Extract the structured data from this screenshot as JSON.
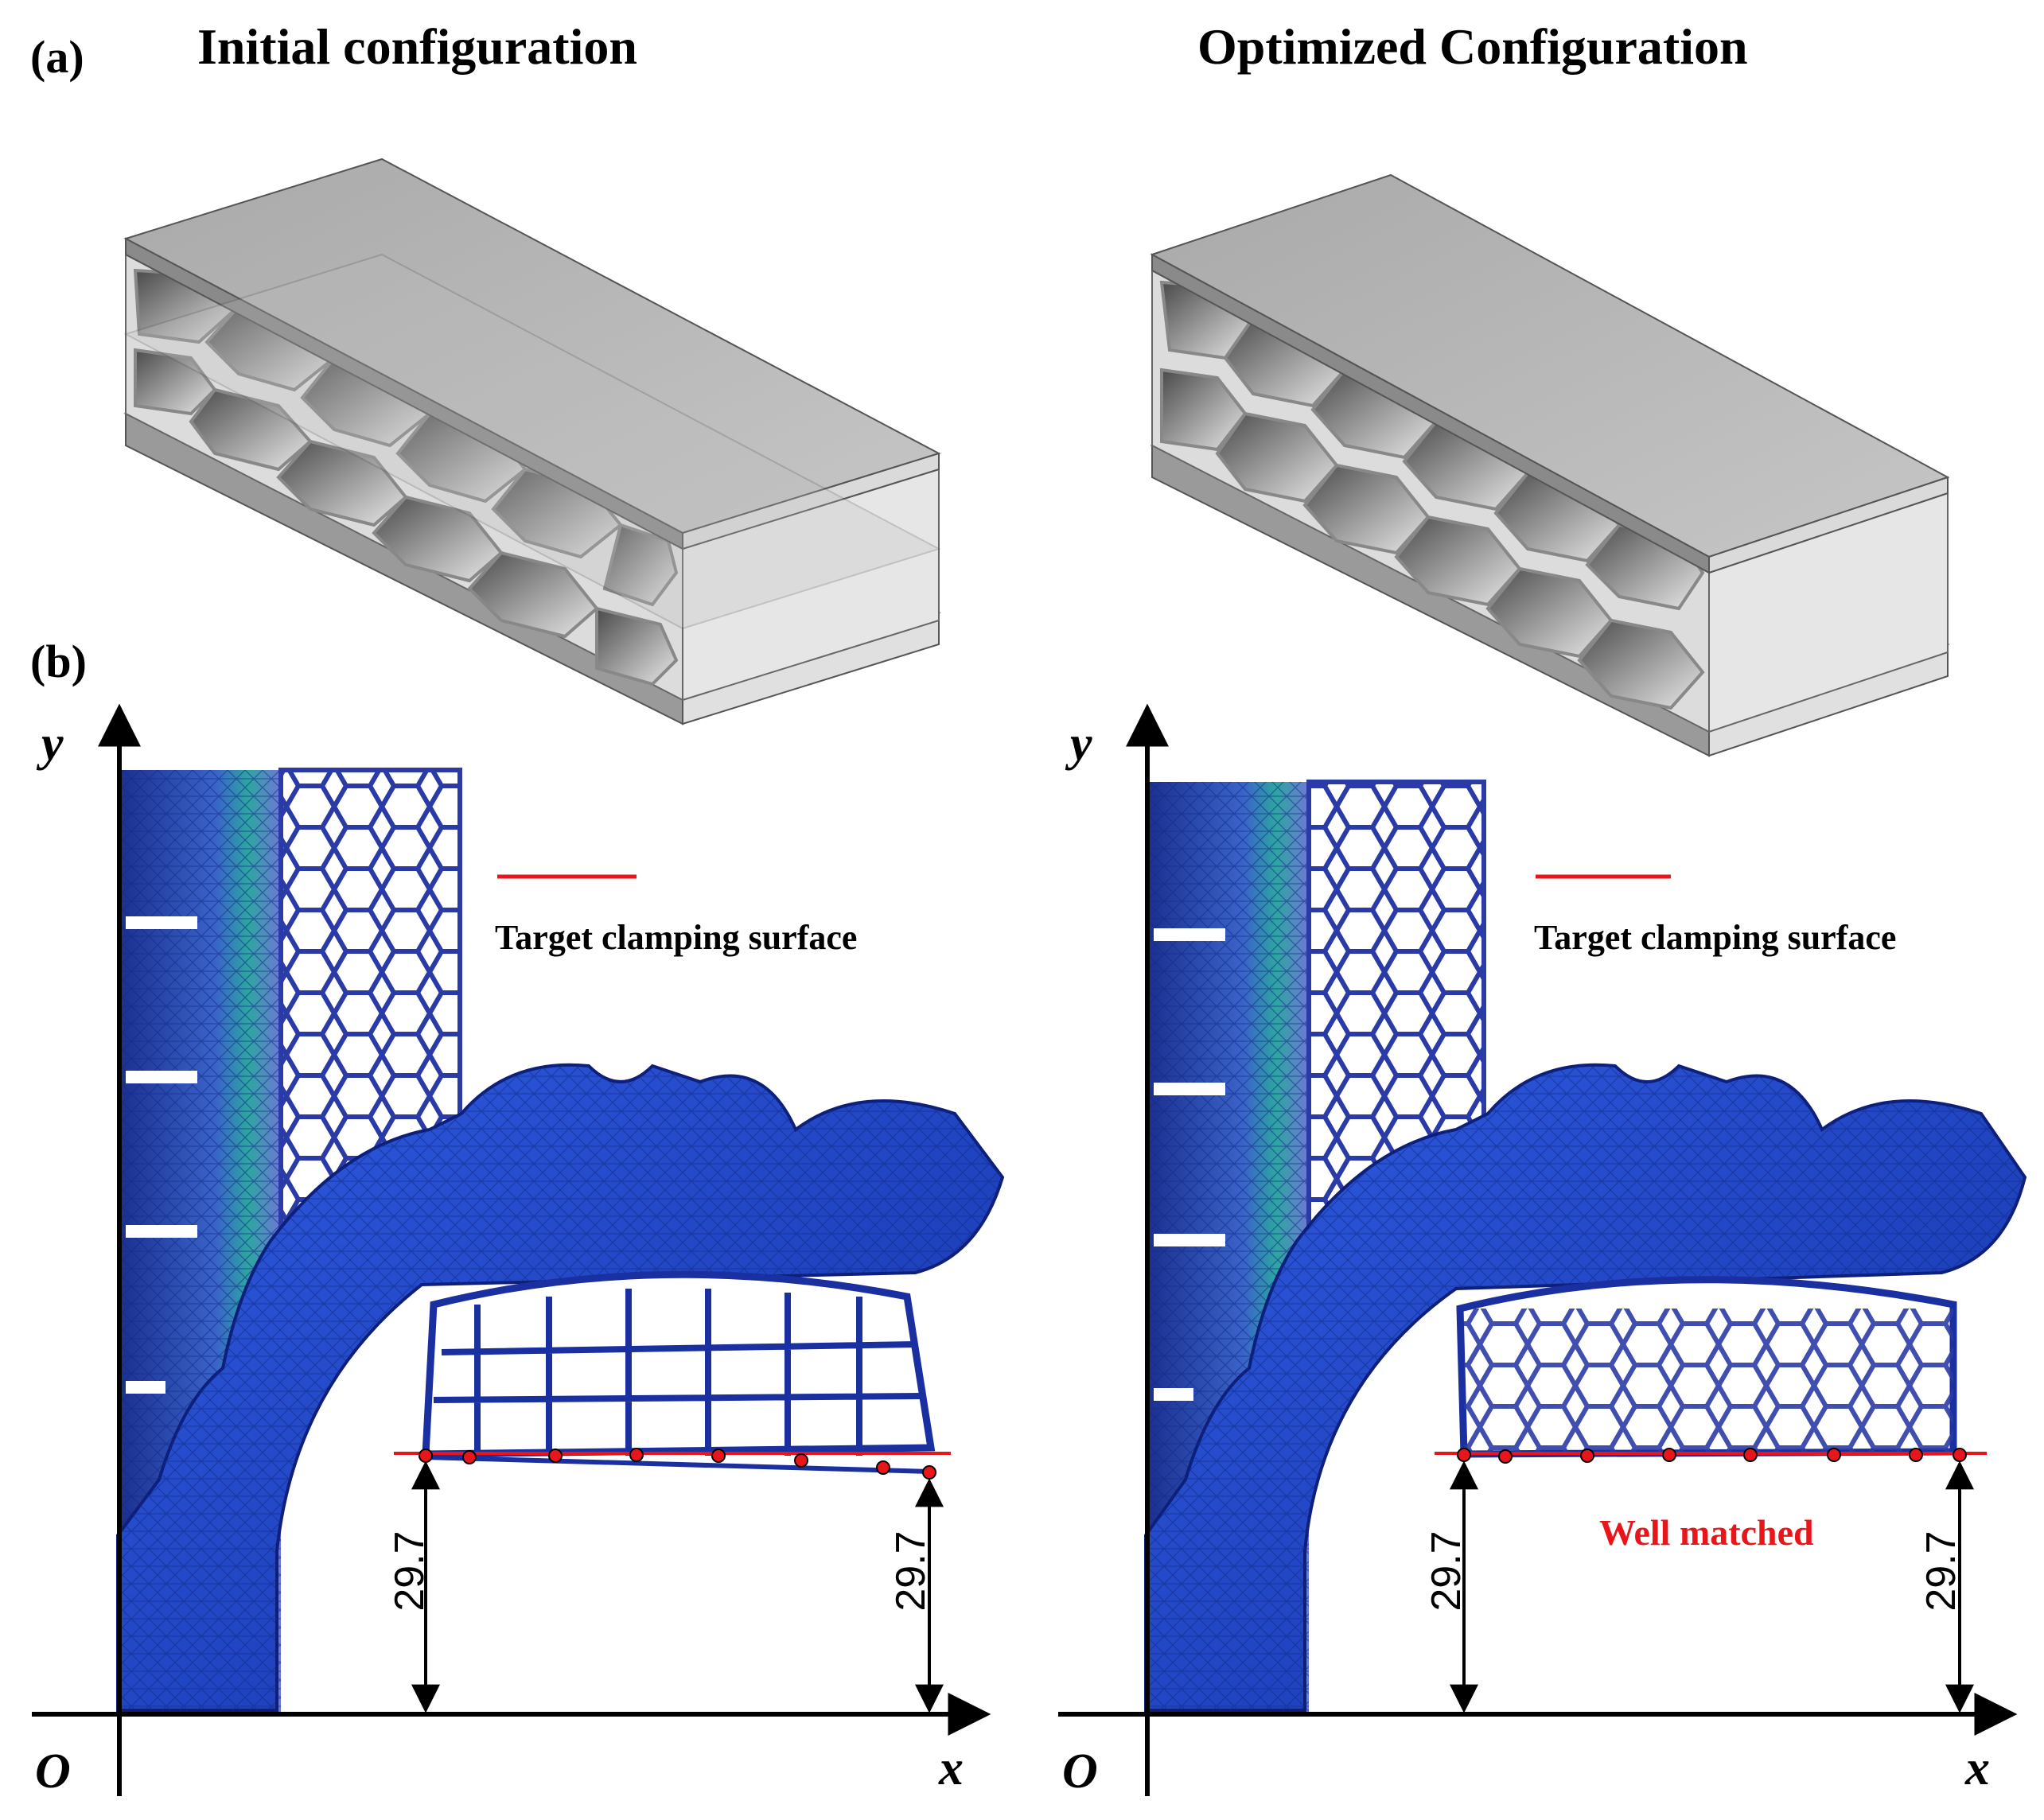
{
  "panel_a": {
    "label": "(a)",
    "left_title": "Initial configuration",
    "right_title": "Optimized Configuration"
  },
  "panel_b": {
    "label": "(b)",
    "axis": {
      "x": "x",
      "y": "y",
      "origin": "O"
    },
    "legend_text": "Target clamping surface",
    "dimension_value": "29.7",
    "matched_text": "Well matched"
  },
  "colors": {
    "target_line": "#e8151b",
    "mesh_blue": "#1f45c8",
    "mesh_dark": "#0d1f7a",
    "plate_gray": "#b9b9b9"
  }
}
